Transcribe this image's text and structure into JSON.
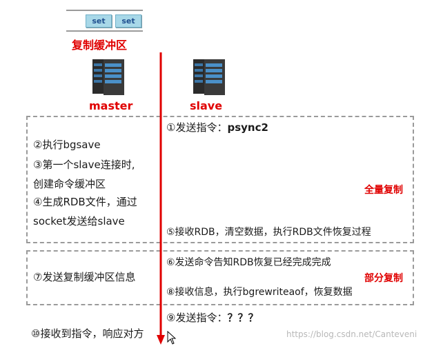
{
  "buffer": {
    "chips": [
      "set",
      "set"
    ],
    "title": "复制缓冲区"
  },
  "master": {
    "label": "master"
  },
  "slave": {
    "label": "slave"
  },
  "steps": {
    "s1_prefix": "①发送指令：",
    "s1_cmd": "psync2",
    "s2": "②执行bgsave",
    "s3_line1": "③第一个slave连接时,",
    "s3_line2": "创建命令缓冲区",
    "s4_line1": "④生成RDB文件，通过",
    "s4_line2": "socket发送给slave",
    "s5": "⑤接收RDB，清空数据，执行RDB文件恢复过程",
    "s6": "⑥发送命令告知RDB恢复已经完成完成",
    "s7": "⑦发送复制缓冲区信息",
    "s8": "⑧接收信息，执行bgrewriteaof，恢复数据",
    "s9_prefix": "⑨发送指令：",
    "s9_cmd": "？？？",
    "s10": "⑩接收到指令，响应对方"
  },
  "labels": {
    "full_sync": "全量复制",
    "partial_sync": "部分复制"
  },
  "watermark": "https://blog.csdn.net/Canteveni",
  "colors": {
    "accent_red": "#e00000",
    "dash_gray": "#9a9a9a",
    "chip": "#a8d8e8"
  }
}
